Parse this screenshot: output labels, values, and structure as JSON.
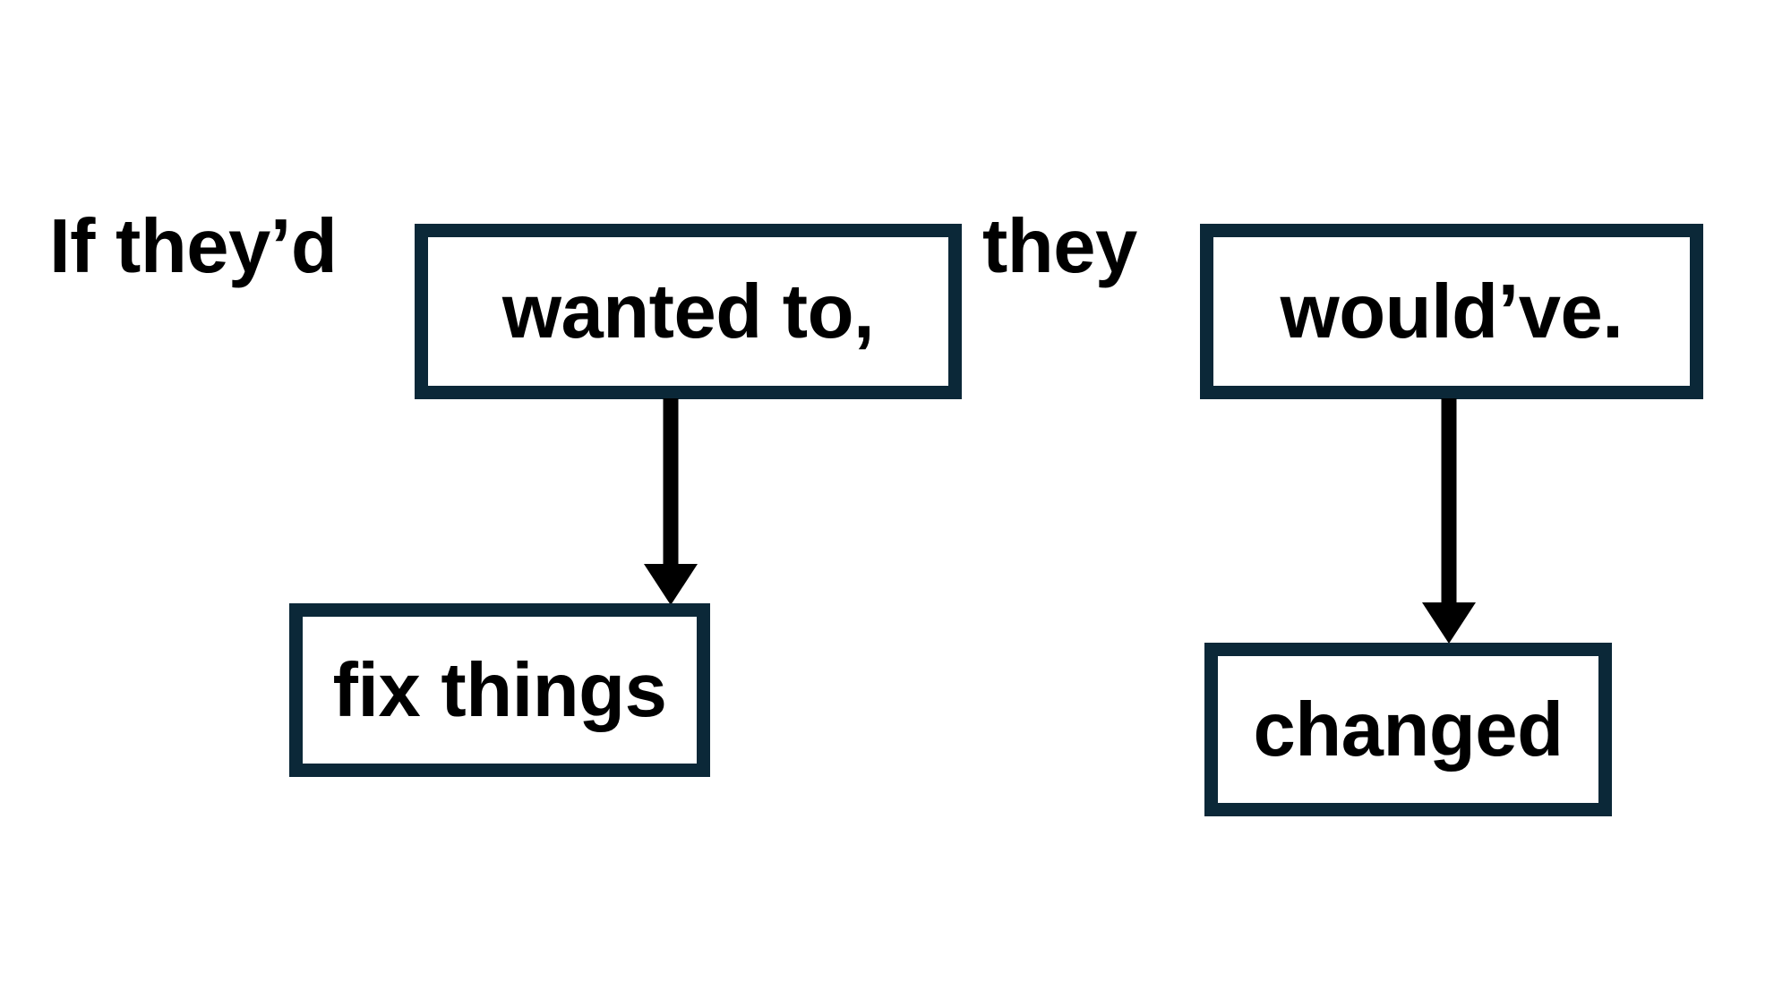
{
  "diagram": {
    "type": "syntax-tree-annotation",
    "background_color": "#ffffff",
    "box_border_color": "#0b2838",
    "arrow_color": "#000000",
    "text_color": "#000000",
    "sentence": "If they’d wanted to, they would’ve.",
    "inline_text": [
      {
        "id": "frag-1",
        "text": "If they’d"
      },
      {
        "id": "frag-2",
        "text": "they"
      }
    ],
    "boxes": [
      {
        "id": "box-wanted-to",
        "label": "wanted to,"
      },
      {
        "id": "box-fix-things",
        "label": "fix things"
      },
      {
        "id": "box-wouldve",
        "label": "would’ve."
      },
      {
        "id": "box-changed",
        "label": "changed"
      }
    ],
    "arrows": [
      {
        "id": "arrow-wanted-to-fix-things",
        "from": "box-wanted-to",
        "to": "box-fix-things",
        "direction": "down"
      },
      {
        "id": "arrow-wouldve-changed",
        "from": "box-wouldve",
        "to": "box-changed",
        "direction": "down"
      }
    ]
  }
}
